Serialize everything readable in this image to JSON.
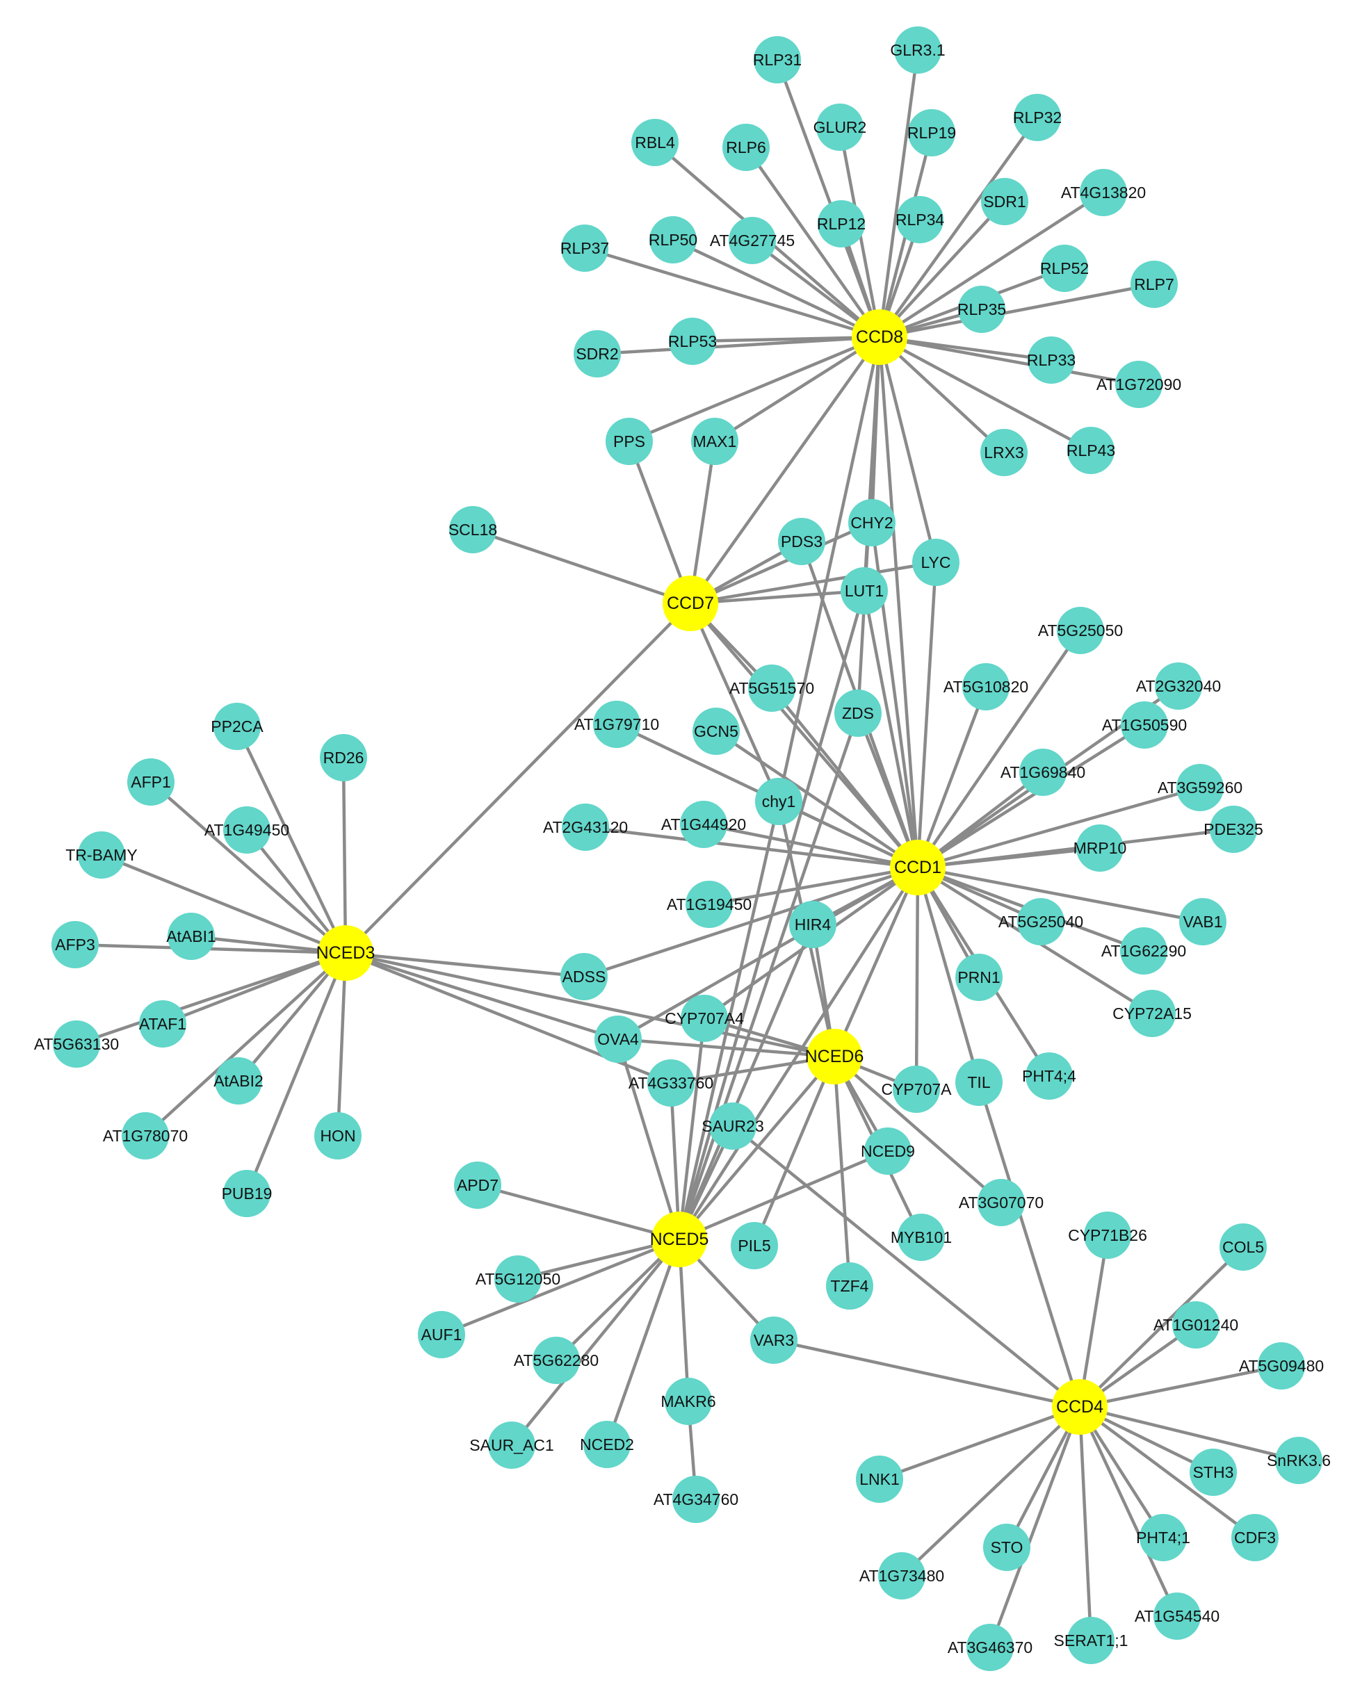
{
  "colors": {
    "hub": "#ffff00",
    "leaf": "#61d6c9",
    "edge": "#8a8a8a",
    "text": "#111111"
  },
  "hubs": [
    "CCD8",
    "CCD7",
    "CCD1",
    "NCED3",
    "NCED6",
    "NCED5",
    "CCD4"
  ],
  "nodes": [
    {
      "id": "CCD8",
      "label": "CCD8"
    },
    {
      "id": "CCD7",
      "label": "CCD7"
    },
    {
      "id": "CCD1",
      "label": "CCD1"
    },
    {
      "id": "NCED3",
      "label": "NCED3"
    },
    {
      "id": "NCED6",
      "label": "NCED6"
    },
    {
      "id": "NCED5",
      "label": "NCED5"
    },
    {
      "id": "CCD4",
      "label": "CCD4"
    },
    {
      "id": "RLP31",
      "label": "RLP31"
    },
    {
      "id": "GLR3.1",
      "label": "GLR3.1"
    },
    {
      "id": "GLUR2",
      "label": "GLUR2"
    },
    {
      "id": "RLP32",
      "label": "RLP32"
    },
    {
      "id": "RBL4",
      "label": "RBL4"
    },
    {
      "id": "RLP6",
      "label": "RLP6"
    },
    {
      "id": "RLP19",
      "label": "RLP19"
    },
    {
      "id": "SDR1",
      "label": "SDR1"
    },
    {
      "id": "AT4G13820",
      "label": "AT4G13820"
    },
    {
      "id": "RLP12",
      "label": "RLP12"
    },
    {
      "id": "RLP34",
      "label": "RLP34"
    },
    {
      "id": "RLP37",
      "label": "RLP37"
    },
    {
      "id": "RLP50",
      "label": "RLP50"
    },
    {
      "id": "AT4G27745",
      "label": "AT4G27745"
    },
    {
      "id": "RLP52",
      "label": "RLP52"
    },
    {
      "id": "RLP7",
      "label": "RLP7"
    },
    {
      "id": "RLP35",
      "label": "RLP35"
    },
    {
      "id": "SDR2",
      "label": "SDR2"
    },
    {
      "id": "RLP53",
      "label": "RLP53"
    },
    {
      "id": "RLP33",
      "label": "RLP33"
    },
    {
      "id": "AT1G72090",
      "label": "AT1G72090"
    },
    {
      "id": "PPS",
      "label": "PPS"
    },
    {
      "id": "MAX1",
      "label": "MAX1"
    },
    {
      "id": "LRX3",
      "label": "LRX3"
    },
    {
      "id": "RLP43",
      "label": "RLP43"
    },
    {
      "id": "SCL18",
      "label": "SCL18"
    },
    {
      "id": "CHY2",
      "label": "CHY2"
    },
    {
      "id": "PDS3",
      "label": "PDS3"
    },
    {
      "id": "LYC",
      "label": "LYC"
    },
    {
      "id": "LUT1",
      "label": "LUT1"
    },
    {
      "id": "AT5G25050",
      "label": "AT5G25050"
    },
    {
      "id": "AT5G10820",
      "label": "AT5G10820"
    },
    {
      "id": "AT2G32040",
      "label": "AT2G32040"
    },
    {
      "id": "AT5G51570",
      "label": "AT5G51570"
    },
    {
      "id": "ZDS",
      "label": "ZDS"
    },
    {
      "id": "AT1G50590",
      "label": "AT1G50590"
    },
    {
      "id": "AT1G79710",
      "label": "AT1G79710"
    },
    {
      "id": "GCN5",
      "label": "GCN5"
    },
    {
      "id": "AT1G69840",
      "label": "AT1G69840"
    },
    {
      "id": "AT3G59260",
      "label": "AT3G59260"
    },
    {
      "id": "PP2CA",
      "label": "PP2CA"
    },
    {
      "id": "RD26",
      "label": "RD26"
    },
    {
      "id": "AFP1",
      "label": "AFP1"
    },
    {
      "id": "AT1G49450",
      "label": "AT1G49450"
    },
    {
      "id": "chy1",
      "label": "chy1"
    },
    {
      "id": "AT2G43120",
      "label": "AT2G43120"
    },
    {
      "id": "AT1G44920",
      "label": "AT1G44920"
    },
    {
      "id": "PDE325",
      "label": "PDE325"
    },
    {
      "id": "MRP10",
      "label": "MRP10"
    },
    {
      "id": "TR-BAMY",
      "label": "TR-BAMY"
    },
    {
      "id": "AT1G19450",
      "label": "AT1G19450"
    },
    {
      "id": "VAB1",
      "label": "VAB1"
    },
    {
      "id": "AtABI1",
      "label": "AtABI1"
    },
    {
      "id": "HIR4",
      "label": "HIR4"
    },
    {
      "id": "AT5G25040",
      "label": "AT5G25040"
    },
    {
      "id": "AFP3",
      "label": "AFP3"
    },
    {
      "id": "AT1G62290",
      "label": "AT1G62290"
    },
    {
      "id": "ADSS",
      "label": "ADSS"
    },
    {
      "id": "PRN1",
      "label": "PRN1"
    },
    {
      "id": "CYP707A4",
      "label": "CYP707A4"
    },
    {
      "id": "CYP72A15",
      "label": "CYP72A15"
    },
    {
      "id": "ATAF1",
      "label": "ATAF1"
    },
    {
      "id": "AT5G63130",
      "label": "AT5G63130"
    },
    {
      "id": "OVA4",
      "label": "OVA4"
    },
    {
      "id": "PHT4;4",
      "label": "PHT4;4"
    },
    {
      "id": "AtABI2",
      "label": "AtABI2"
    },
    {
      "id": "AT4G33760",
      "label": "AT4G33760"
    },
    {
      "id": "TIL",
      "label": "TIL"
    },
    {
      "id": "CYP707A",
      "label": "CYP707A"
    },
    {
      "id": "HON",
      "label": "HON"
    },
    {
      "id": "AT1G78070",
      "label": "AT1G78070"
    },
    {
      "id": "SAUR23",
      "label": "SAUR23"
    },
    {
      "id": "NCED9",
      "label": "NCED9"
    },
    {
      "id": "PUB19",
      "label": "PUB19"
    },
    {
      "id": "APD7",
      "label": "APD7"
    },
    {
      "id": "AT3G07070",
      "label": "AT3G07070"
    },
    {
      "id": "MYB101",
      "label": "MYB101"
    },
    {
      "id": "CYP71B26",
      "label": "CYP71B26"
    },
    {
      "id": "COL5",
      "label": "COL5"
    },
    {
      "id": "PIL5",
      "label": "PIL5"
    },
    {
      "id": "AT5G12050",
      "label": "AT5G12050"
    },
    {
      "id": "TZF4",
      "label": "TZF4"
    },
    {
      "id": "AT1G01240",
      "label": "AT1G01240"
    },
    {
      "id": "AUF1",
      "label": "AUF1"
    },
    {
      "id": "VAR3",
      "label": "VAR3"
    },
    {
      "id": "AT5G62280",
      "label": "AT5G62280"
    },
    {
      "id": "AT5G09480",
      "label": "AT5G09480"
    },
    {
      "id": "MAKR6",
      "label": "MAKR6"
    },
    {
      "id": "SAUR_AC1",
      "label": "SAUR_AC1"
    },
    {
      "id": "NCED2",
      "label": "NCED2"
    },
    {
      "id": "SnRK3.6",
      "label": "SnRK3.6"
    },
    {
      "id": "LNK1",
      "label": "LNK1"
    },
    {
      "id": "STH3",
      "label": "STH3"
    },
    {
      "id": "AT4G34760",
      "label": "AT4G34760"
    },
    {
      "id": "PHT4;1",
      "label": "PHT4;1"
    },
    {
      "id": "CDF3",
      "label": "CDF3"
    },
    {
      "id": "STO",
      "label": "STO"
    },
    {
      "id": "AT1G73480",
      "label": "AT1G73480"
    },
    {
      "id": "AT1G54540",
      "label": "AT1G54540"
    },
    {
      "id": "SERAT1;1",
      "label": "SERAT1;1"
    },
    {
      "id": "AT3G46370",
      "label": "AT3G46370"
    }
  ],
  "edges": [
    [
      "CCD8",
      "RLP31"
    ],
    [
      "CCD8",
      "GLR3.1"
    ],
    [
      "CCD8",
      "GLUR2"
    ],
    [
      "CCD8",
      "RLP32"
    ],
    [
      "CCD8",
      "RBL4"
    ],
    [
      "CCD8",
      "RLP6"
    ],
    [
      "CCD8",
      "RLP19"
    ],
    [
      "CCD8",
      "SDR1"
    ],
    [
      "CCD8",
      "AT4G13820"
    ],
    [
      "CCD8",
      "RLP12"
    ],
    [
      "CCD8",
      "RLP34"
    ],
    [
      "CCD8",
      "RLP37"
    ],
    [
      "CCD8",
      "RLP50"
    ],
    [
      "CCD8",
      "AT4G27745"
    ],
    [
      "CCD8",
      "RLP52"
    ],
    [
      "CCD8",
      "RLP7"
    ],
    [
      "CCD8",
      "RLP35"
    ],
    [
      "CCD8",
      "SDR2"
    ],
    [
      "CCD8",
      "RLP53"
    ],
    [
      "CCD8",
      "RLP33"
    ],
    [
      "CCD8",
      "AT1G72090"
    ],
    [
      "CCD8",
      "PPS"
    ],
    [
      "CCD8",
      "MAX1"
    ],
    [
      "CCD8",
      "LRX3"
    ],
    [
      "CCD8",
      "RLP43"
    ],
    [
      "CCD8",
      "CCD7"
    ],
    [
      "CCD8",
      "CCD1"
    ],
    [
      "CCD8",
      "CHY2"
    ],
    [
      "CCD8",
      "LYC"
    ],
    [
      "CCD8",
      "LUT1"
    ],
    [
      "CCD8",
      "ZDS"
    ],
    [
      "CCD8",
      "chy1"
    ],
    [
      "CCD7",
      "PPS"
    ],
    [
      "CCD7",
      "MAX1"
    ],
    [
      "CCD7",
      "SCL18"
    ],
    [
      "CCD7",
      "PDS3"
    ],
    [
      "CCD7",
      "CHY2"
    ],
    [
      "CCD7",
      "LUT1"
    ],
    [
      "CCD7",
      "LYC"
    ],
    [
      "CCD7",
      "AT5G51570"
    ],
    [
      "CCD7",
      "chy1"
    ],
    [
      "CCD7",
      "NCED3"
    ],
    [
      "CCD7",
      "CCD1"
    ],
    [
      "CCD1",
      "PDS3"
    ],
    [
      "CCD1",
      "CHY2"
    ],
    [
      "CCD1",
      "LYC"
    ],
    [
      "CCD1",
      "LUT1"
    ],
    [
      "CCD1",
      "AT5G25050"
    ],
    [
      "CCD1",
      "AT5G10820"
    ],
    [
      "CCD1",
      "AT2G32040"
    ],
    [
      "CCD1",
      "AT5G51570"
    ],
    [
      "CCD1",
      "ZDS"
    ],
    [
      "CCD1",
      "AT1G50590"
    ],
    [
      "CCD1",
      "AT1G79710"
    ],
    [
      "CCD1",
      "GCN5"
    ],
    [
      "CCD1",
      "AT1G69840"
    ],
    [
      "CCD1",
      "AT3G59260"
    ],
    [
      "CCD1",
      "chy1"
    ],
    [
      "CCD1",
      "AT2G43120"
    ],
    [
      "CCD1",
      "AT1G44920"
    ],
    [
      "CCD1",
      "PDE325"
    ],
    [
      "CCD1",
      "MRP10"
    ],
    [
      "CCD1",
      "AT1G19450"
    ],
    [
      "CCD1",
      "VAB1"
    ],
    [
      "CCD1",
      "HIR4"
    ],
    [
      "CCD1",
      "AT5G25040"
    ],
    [
      "CCD1",
      "AT1G62290"
    ],
    [
      "CCD1",
      "ADSS"
    ],
    [
      "CCD1",
      "PRN1"
    ],
    [
      "CCD1",
      "CYP72A15"
    ],
    [
      "CCD1",
      "PHT4;4"
    ],
    [
      "CCD1",
      "TIL"
    ],
    [
      "CCD1",
      "CYP707A"
    ],
    [
      "CCD1",
      "OVA4"
    ],
    [
      "CCD1",
      "NCED6"
    ],
    [
      "CCD1",
      "NCED5"
    ],
    [
      "CCD1",
      "CYP707A4"
    ],
    [
      "NCED3",
      "PP2CA"
    ],
    [
      "NCED3",
      "RD26"
    ],
    [
      "NCED3",
      "AFP1"
    ],
    [
      "NCED3",
      "AT1G49450"
    ],
    [
      "NCED3",
      "TR-BAMY"
    ],
    [
      "NCED3",
      "AtABI1"
    ],
    [
      "NCED3",
      "AFP3"
    ],
    [
      "NCED3",
      "ATAF1"
    ],
    [
      "NCED3",
      "AT5G63130"
    ],
    [
      "NCED3",
      "AtABI2"
    ],
    [
      "NCED3",
      "AT1G78070"
    ],
    [
      "NCED3",
      "PUB19"
    ],
    [
      "NCED3",
      "HON"
    ],
    [
      "NCED3",
      "ADSS"
    ],
    [
      "NCED3",
      "OVA4"
    ],
    [
      "NCED3",
      "NCED6"
    ],
    [
      "NCED3",
      "AT4G33760"
    ],
    [
      "NCED6",
      "HIR4"
    ],
    [
      "NCED6",
      "chy1"
    ],
    [
      "NCED6",
      "CYP707A4"
    ],
    [
      "NCED6",
      "OVA4"
    ],
    [
      "NCED6",
      "AT4G33760"
    ],
    [
      "NCED6",
      "CYP707A"
    ],
    [
      "NCED6",
      "NCED9"
    ],
    [
      "NCED6",
      "AT3G07070"
    ],
    [
      "NCED6",
      "MYB101"
    ],
    [
      "NCED6",
      "TZF4"
    ],
    [
      "NCED6",
      "PIL5"
    ],
    [
      "NCED6",
      "NCED5"
    ],
    [
      "NCED5",
      "OVA4"
    ],
    [
      "NCED5",
      "AT4G33760"
    ],
    [
      "NCED5",
      "SAUR23"
    ],
    [
      "NCED5",
      "APD7"
    ],
    [
      "NCED5",
      "AT5G12050"
    ],
    [
      "NCED5",
      "AUF1"
    ],
    [
      "NCED5",
      "AT5G62280"
    ],
    [
      "NCED5",
      "SAUR_AC1"
    ],
    [
      "NCED5",
      "NCED2"
    ],
    [
      "NCED5",
      "MAKR6"
    ],
    [
      "NCED5",
      "VAR3"
    ],
    [
      "NCED5",
      "NCED9"
    ],
    [
      "NCED5",
      "HIR4"
    ],
    [
      "NCED5",
      "chy1"
    ],
    [
      "NCED5",
      "LUT1"
    ],
    [
      "NCED5",
      "ZDS"
    ],
    [
      "NCED5",
      "CYP707A4"
    ],
    [
      "MAKR6",
      "AT4G34760"
    ],
    [
      "CCD4",
      "CYP71B26"
    ],
    [
      "CCD4",
      "COL5"
    ],
    [
      "CCD4",
      "AT1G01240"
    ],
    [
      "CCD4",
      "AT5G09480"
    ],
    [
      "CCD4",
      "SnRK3.6"
    ],
    [
      "CCD4",
      "LNK1"
    ],
    [
      "CCD4",
      "STH3"
    ],
    [
      "CCD4",
      "PHT4;1"
    ],
    [
      "CCD4",
      "CDF3"
    ],
    [
      "CCD4",
      "STO"
    ],
    [
      "CCD4",
      "AT1G73480"
    ],
    [
      "CCD4",
      "AT1G54540"
    ],
    [
      "CCD4",
      "SERAT1;1"
    ],
    [
      "CCD4",
      "AT3G46370"
    ],
    [
      "CCD4",
      "VAR3"
    ],
    [
      "CCD4",
      "SAUR23"
    ],
    [
      "CCD4",
      "TIL"
    ]
  ]
}
